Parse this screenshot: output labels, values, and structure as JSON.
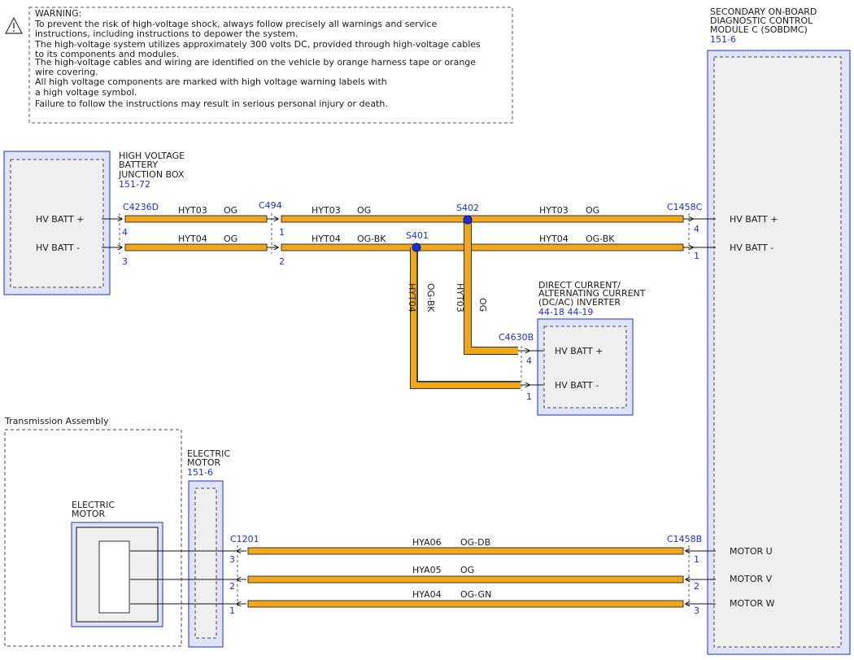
{
  "warning": {
    "lines": [
      "WARNING:",
      "To prevent the risk of high-voltage shock, always follow precisely all warnings and service",
      "instructions, including instructions to depower the system.",
      "The high-voltage system utilizes approximately 300 volts DC, provided through high-voltage cables",
      "to its components and modules.",
      "The high-voltage cables and wiring are identified on the vehicle by orange harness tape or orange",
      "wire covering.",
      "All high voltage components are marked with high voltage warning labels with",
      "a high voltage symbol.",
      "Failure to follow the instructions may result in serious personal injury or death."
    ]
  },
  "components": {
    "hvbjb": {
      "name": [
        "HIGH VOLTAGE",
        "BATTERY",
        "JUNCTION BOX"
      ],
      "ref": "151-72",
      "pins": [
        "HV BATT +",
        "HV BATT -"
      ]
    },
    "sobdmc": {
      "name": [
        "SECONDARY ON-BOARD",
        "DIAGNOSTIC CONTROL",
        "MODULE C (SOBDMC)"
      ],
      "ref": "151-6",
      "pins": [
        "HV BATT +",
        "HV BATT -",
        "MOTOR U",
        "MOTOR V",
        "MOTOR W"
      ]
    },
    "inverter": {
      "name": [
        "DIRECT CURRENT/",
        "ALTERNATING CURRENT",
        "(DC/AC) INVERTER"
      ],
      "ref": "44-18 44-19",
      "pins": [
        "HV BATT +",
        "HV BATT -"
      ]
    },
    "transmission": {
      "name": "Transmission Assembly"
    },
    "elec_motor_inner": {
      "name": [
        "ELECTRIC",
        "MOTOR"
      ]
    },
    "elec_motor": {
      "name": [
        "ELECTRIC",
        "MOTOR"
      ],
      "ref": "151-6"
    }
  },
  "connectors": {
    "c4236d": {
      "id": "C4236D",
      "pins": [
        "4",
        "3"
      ]
    },
    "c494": {
      "id": "C494",
      "pins": [
        "1",
        "2"
      ]
    },
    "c1458c": {
      "id": "C1458C",
      "pins": [
        "4",
        "1"
      ]
    },
    "c4630b": {
      "id": "C4630B",
      "pins": [
        "4",
        "1"
      ]
    },
    "c1201": {
      "id": "C1201",
      "pins": [
        "3",
        "2",
        "1"
      ]
    },
    "c1458b": {
      "id": "C1458B",
      "pins": [
        "1",
        "2",
        "3"
      ]
    }
  },
  "splices": {
    "s402": "S402",
    "s401": "S401"
  },
  "wires": {
    "hyt03_a": {
      "circuit": "HYT03",
      "color": "OG"
    },
    "hyt04_a": {
      "circuit": "HYT04",
      "color": "OG"
    },
    "hyt03_b": {
      "circuit": "HYT03",
      "color": "OG"
    },
    "hyt04_b": {
      "circuit": "HYT04",
      "color": "OG-BK"
    },
    "hyt03_c": {
      "circuit": "HYT03",
      "color": "OG"
    },
    "hyt04_c": {
      "circuit": "HYT04",
      "color": "OG-BK"
    },
    "hyt04_v": {
      "circuit": "HYT04",
      "color": "OG-BK"
    },
    "hyt03_v": {
      "circuit": "HYT03",
      "color": "OG"
    },
    "hya06": {
      "circuit": "HYA06",
      "color": "OG-DB"
    },
    "hya05": {
      "circuit": "HYA05",
      "color": "OG"
    },
    "hya04": {
      "circuit": "HYA04",
      "color": "OG-GN"
    }
  },
  "colors": {
    "wire_fill": "#f0a818",
    "link_blue": "#1a2fd6",
    "component_border": "#3a4fd8",
    "component_fill": "#efefef"
  }
}
